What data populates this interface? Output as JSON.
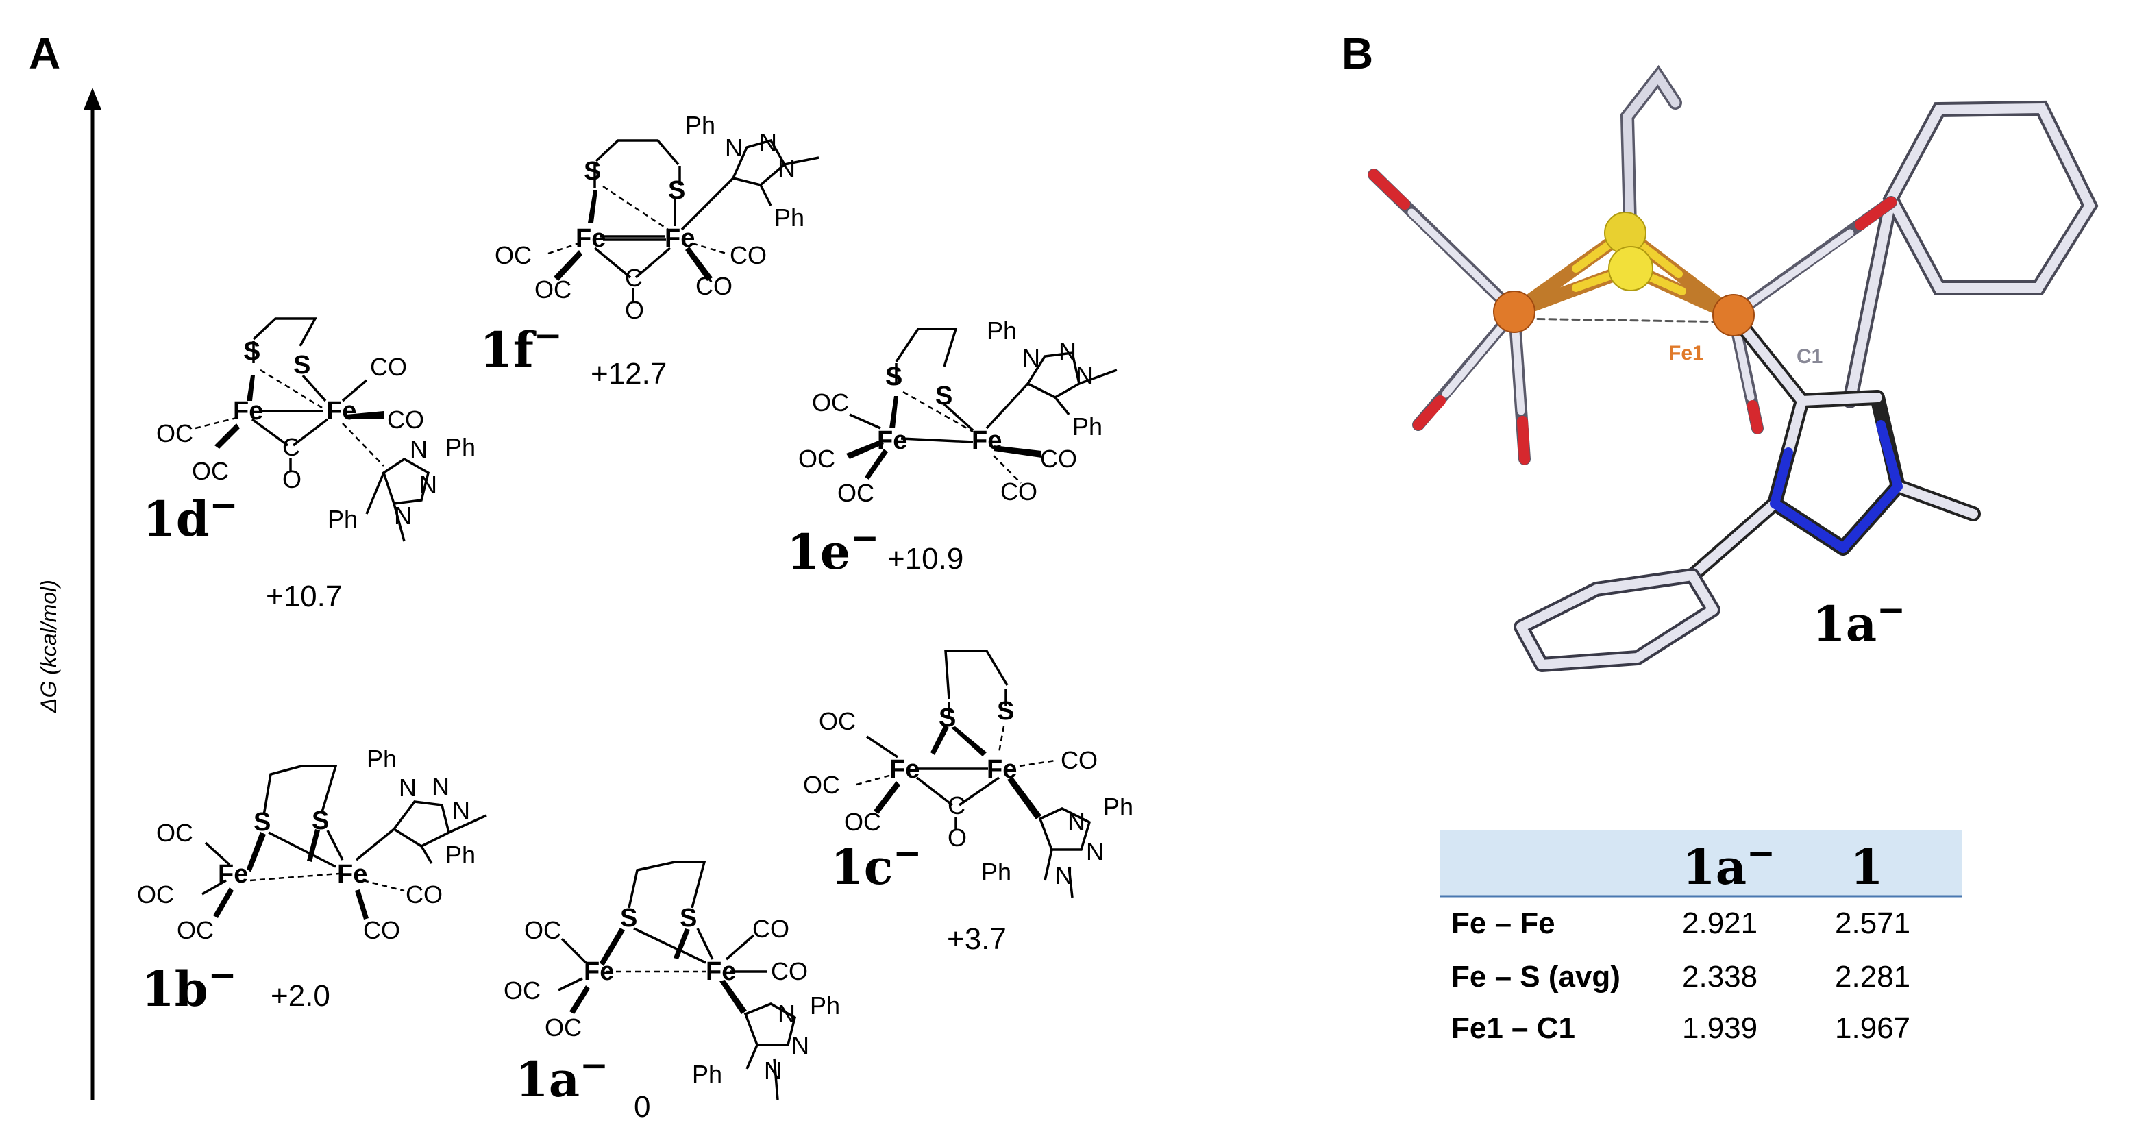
{
  "panels": {
    "a": "A",
    "b": "B"
  },
  "axis": {
    "label": "ΔG (kcal/mol)"
  },
  "atoms": {
    "fe": "Fe",
    "s": "S",
    "co": "CO",
    "oc": "OC",
    "c": "C",
    "o": "O",
    "n": "N",
    "ph": "Ph"
  },
  "structures": [
    {
      "id": "1f",
      "name": "1f",
      "charge": "−",
      "energy": "+12.7"
    },
    {
      "id": "1d",
      "name": "1d",
      "charge": "−",
      "energy": "+10.7"
    },
    {
      "id": "1e",
      "name": "1e",
      "charge": "−",
      "energy": "+10.9"
    },
    {
      "id": "1b",
      "name": "1b",
      "charge": "−",
      "energy": "+2.0"
    },
    {
      "id": "1c",
      "name": "1c",
      "charge": "−",
      "energy": "+3.7"
    },
    {
      "id": "1a",
      "name": "1a",
      "charge": "−",
      "energy": "0"
    }
  ],
  "model3d": {
    "label": "1a",
    "charge": "−",
    "fe_label": "Fe1",
    "c_label": "C1",
    "colors": {
      "fe": "#e07a2a",
      "s": "#f2e03a",
      "n": "#1f2fd6",
      "o": "#d6282e",
      "c": "#c8c8d8"
    }
  },
  "table": {
    "headers": [
      "",
      "1a",
      "1"
    ],
    "header_charge": "−",
    "rows": [
      {
        "label": "Fe – Fe",
        "v1": "2.921",
        "v2": "2.571"
      },
      {
        "label": "Fe – S (avg)",
        "v1": "2.338",
        "v2": "2.281"
      },
      {
        "label": "Fe1 – C1",
        "v1": "1.939",
        "v2": "1.967"
      }
    ],
    "header_color": "#d6e6f4"
  }
}
